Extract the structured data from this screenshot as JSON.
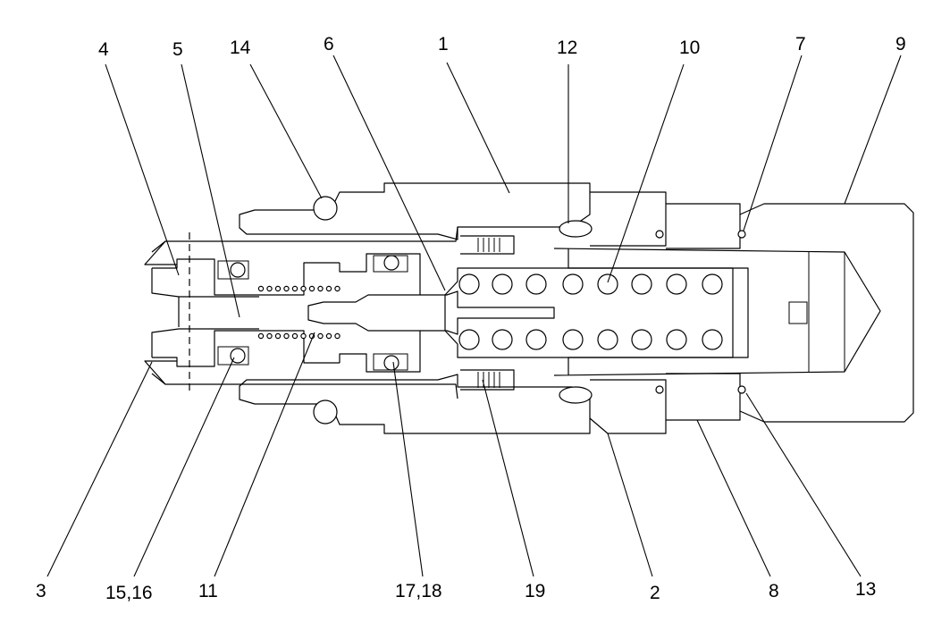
{
  "labels": {
    "top": [
      "4",
      "5",
      "14",
      "6",
      "1",
      "12",
      "10",
      "7",
      "9"
    ],
    "bottom": [
      "3",
      "15,16",
      "11",
      "17,18",
      "19",
      "2",
      "8",
      "13"
    ]
  },
  "colors": {
    "line": "#000000",
    "background": "#ffffff"
  }
}
